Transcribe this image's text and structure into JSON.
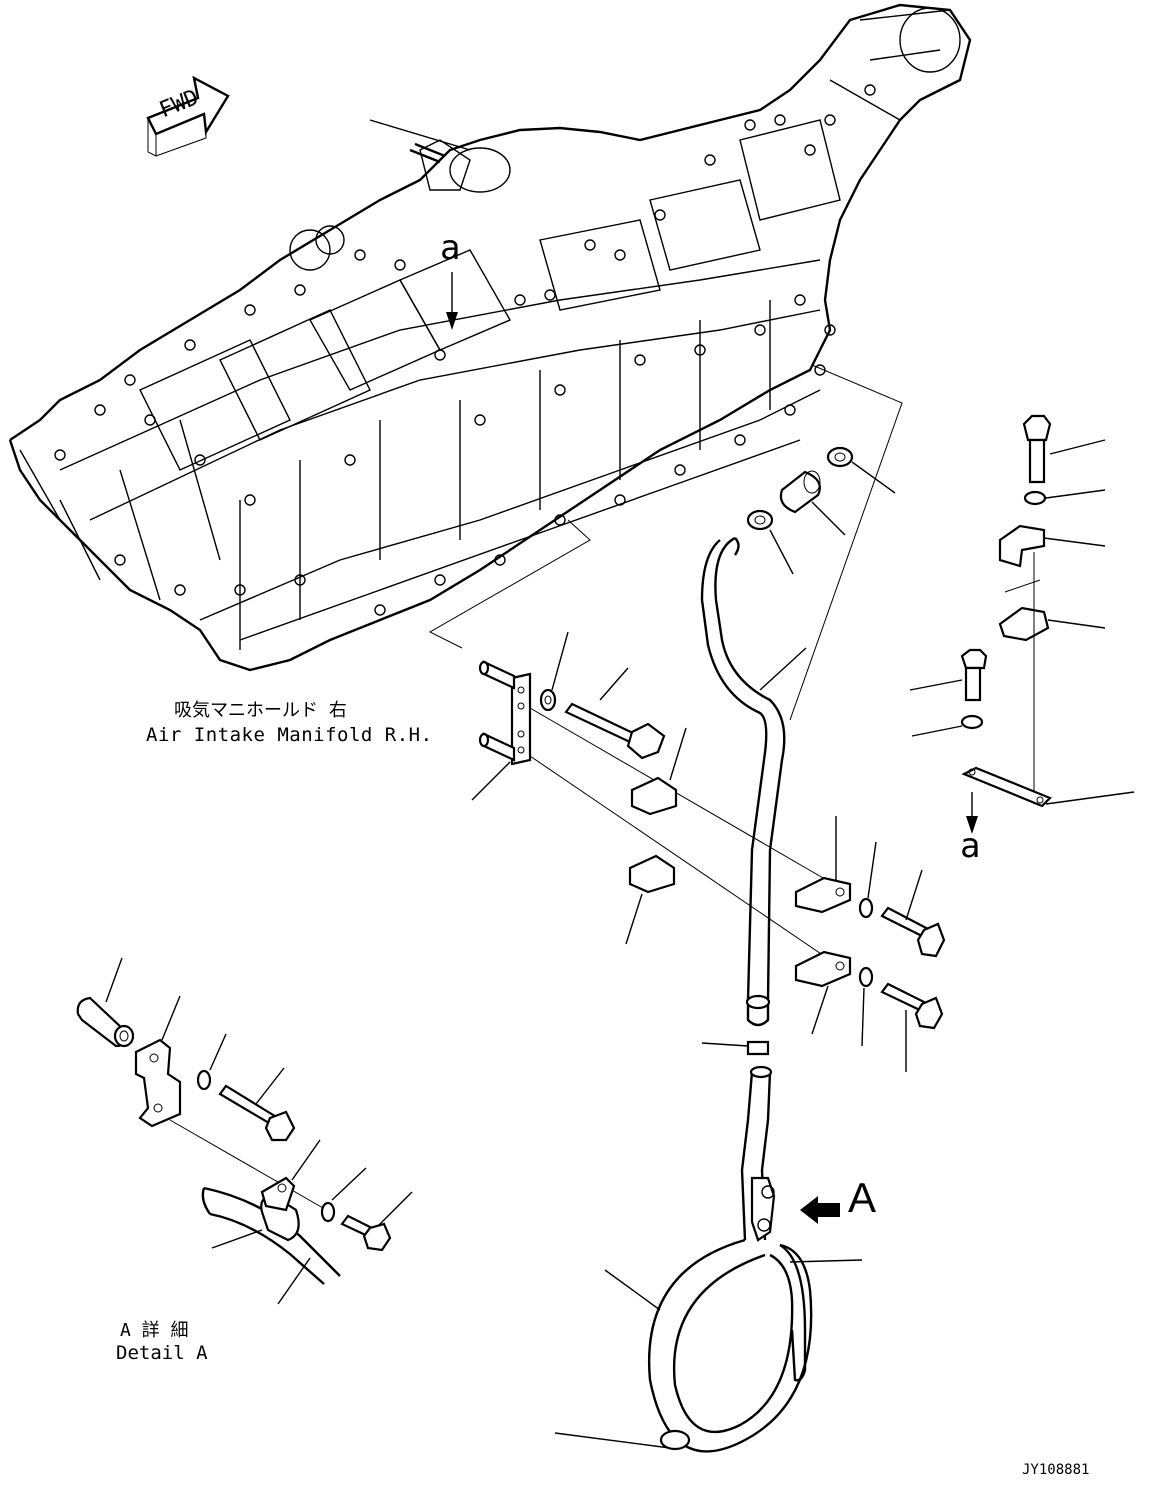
{
  "labels": {
    "fwd": "FWD",
    "manifold_jp": "吸気マニホールド 右",
    "manifold_en": "Air Intake Manifold R.H.",
    "ref_a_top": "a",
    "ref_a_side": "a",
    "view_A": "A",
    "detail_jp": "A 詳 細",
    "detail_en": "Detail A",
    "drawing_no": "JY108881"
  },
  "colors": {
    "ink": "#000000",
    "paper": "#ffffff"
  }
}
